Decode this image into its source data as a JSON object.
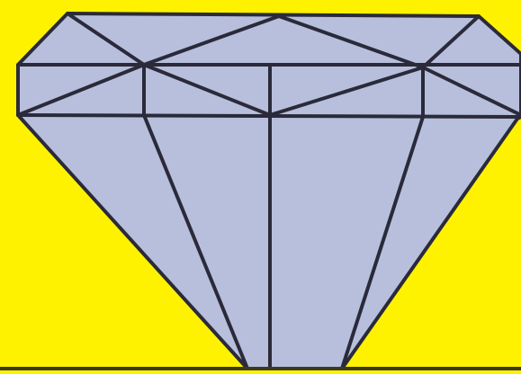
{
  "colors": {
    "background": "#fff200",
    "gem_fill": "#b8bfdc",
    "gem_fill_shadow": "#aeb6d6",
    "outline": "#2a2a3a",
    "ground_line": "#3a3a2a"
  },
  "gem": {
    "shape": "diamond",
    "sections": [
      "crown",
      "girdle",
      "pavilion"
    ]
  }
}
